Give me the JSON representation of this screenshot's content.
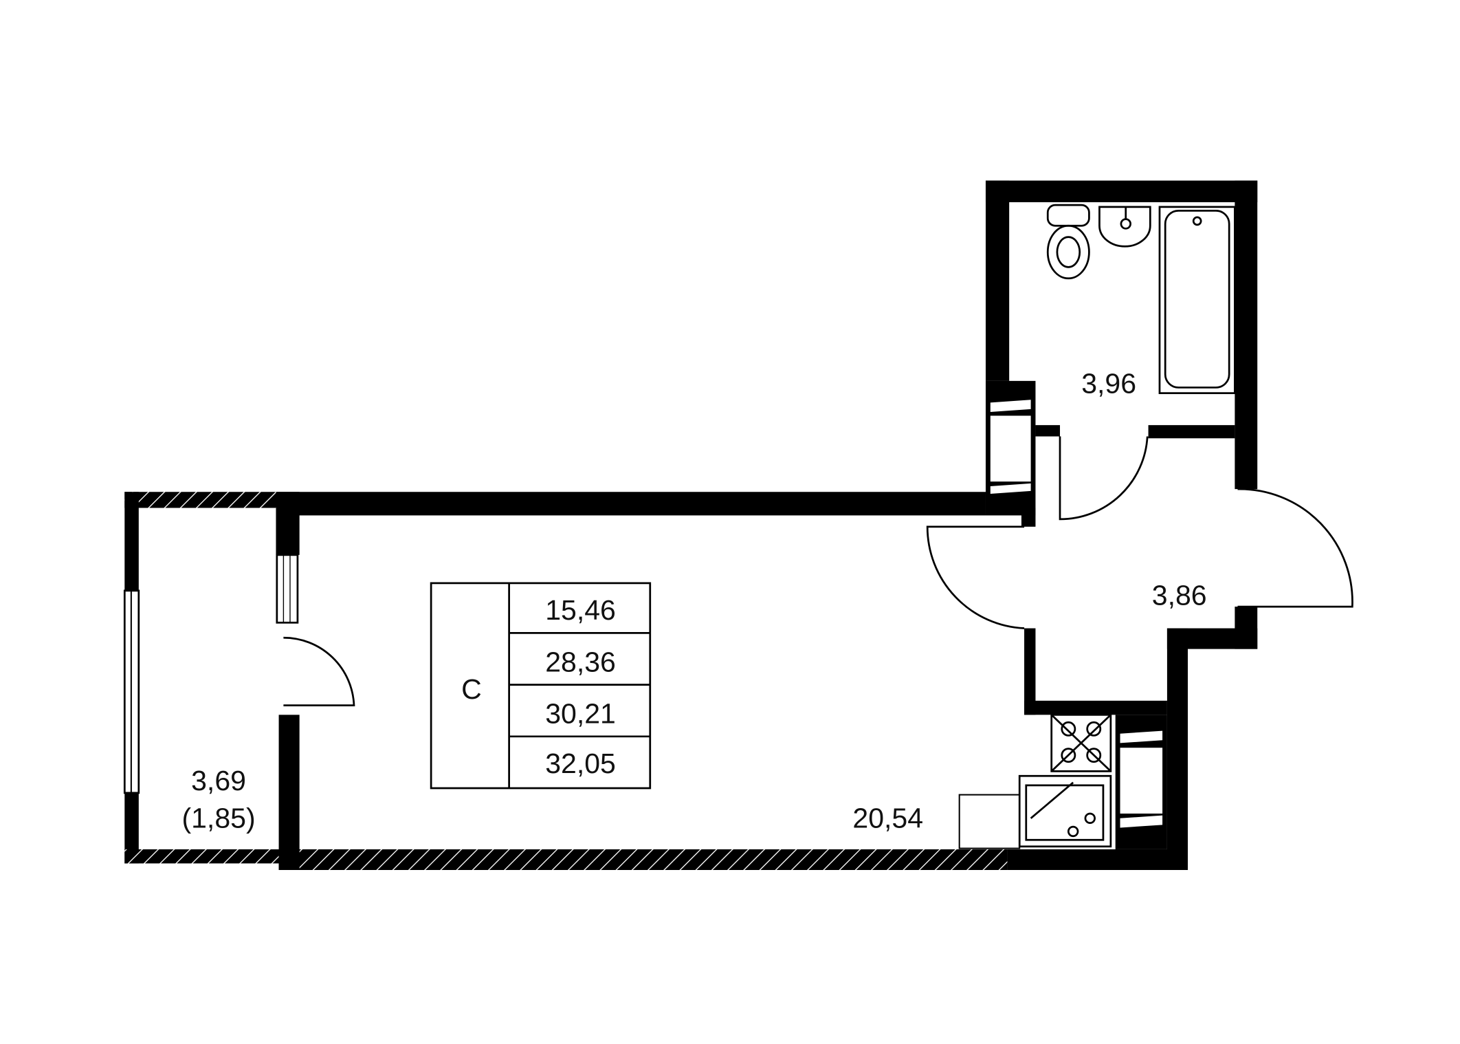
{
  "rooms": {
    "bathroom_area": "3,96",
    "hallway_area": "3,86",
    "main_room_area": "20,54",
    "balcony_area": "3,69",
    "balcony_reduced_area": "(1,85)"
  },
  "summary_table": {
    "type_label": "С",
    "values": [
      "15,46",
      "28,36",
      "30,21",
      "32,05"
    ]
  },
  "colors": {
    "wall": "#000000",
    "background": "#ffffff"
  }
}
